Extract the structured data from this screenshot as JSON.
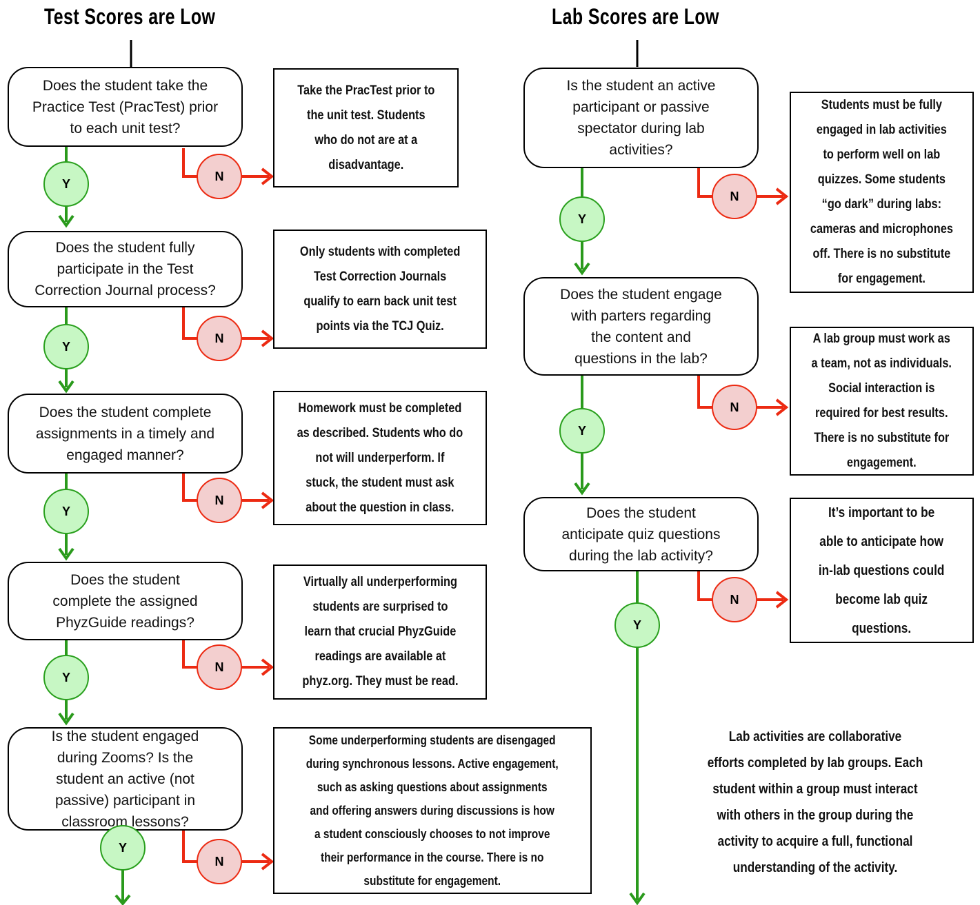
{
  "left": {
    "title": "Test Scores are Low",
    "questions": [
      [
        "Does the student take the",
        "Practice Test (PracTest) prior",
        "to each unit test?"
      ],
      [
        "Does the student fully",
        "participate in the Test",
        "Correction Journal process?"
      ],
      [
        "Does the student complete",
        "assignments in a timely and",
        "engaged manner?"
      ],
      [
        "Does the student",
        "complete the assigned",
        "PhyzGuide readings?"
      ],
      [
        "Is the student engaged",
        "during Zooms? Is the",
        "student an active (not",
        "passive) participant in",
        "classroom lessons?"
      ]
    ],
    "answers": [
      [
        "Take the PracTest prior to",
        "the unit test. Students",
        "who do not are at a",
        "disadvantage."
      ],
      [
        "Only students with completed",
        "Test Correction Journals",
        "qualify to earn back unit test",
        "points via the TCJ Quiz."
      ],
      [
        "Homework must be completed",
        "as described. Students who do",
        "not will underperform. If",
        "stuck, the student must ask",
        "about the question in class."
      ],
      [
        "Virtually all underperforming",
        "students are surprised to",
        "learn that crucial PhyzGuide",
        "readings are available at",
        "phyz.org. They must be read."
      ],
      [
        "Some underperforming students are disengaged",
        "during synchronous lessons. Active engagement,",
        "such as asking questions about assignments",
        "and offering answers during discussions is how",
        "a student consciously chooses to not improve",
        "their performance in the course. There is no",
        "substitute for engagement."
      ]
    ]
  },
  "right": {
    "title": "Lab Scores are Low",
    "questions": [
      [
        "Is the student an active",
        "participant or passive",
        "spectator during lab",
        "activities?"
      ],
      [
        "Does the student engage",
        "with parters regarding",
        "the content and",
        "questions in the lab?"
      ],
      [
        "Does the student",
        "anticipate quiz questions",
        "during the lab activity?"
      ]
    ],
    "answers": [
      [
        "Students must be fully",
        "engaged in lab activities",
        "to perform well on lab",
        "quizzes. Some students",
        "“go dark” during labs:",
        "cameras and microphones",
        "off. There is no substitute",
        "for engagement."
      ],
      [
        "A lab group must work as",
        "a team, not as individuals.",
        "Social interaction is",
        "required for best results.",
        "There is no substitute for",
        "engagement."
      ],
      [
        "It’s important to be",
        "able to anticipate how",
        "in-lab questions could",
        "become lab quiz",
        "questions."
      ]
    ],
    "note": [
      "Lab activities are collaborative",
      "efforts completed by lab groups. Each",
      "student within a group must interact",
      "with others in the group during the",
      "activity to acquire a full, functional",
      "understanding of the activity."
    ]
  },
  "yes_label": "Y",
  "no_label": "N",
  "colors": {
    "yes": "#2a9a1c",
    "yes_fill": "#c7f7c4",
    "no": "#ec2a12",
    "no_fill": "#f3cfcf",
    "line": "#000000"
  }
}
